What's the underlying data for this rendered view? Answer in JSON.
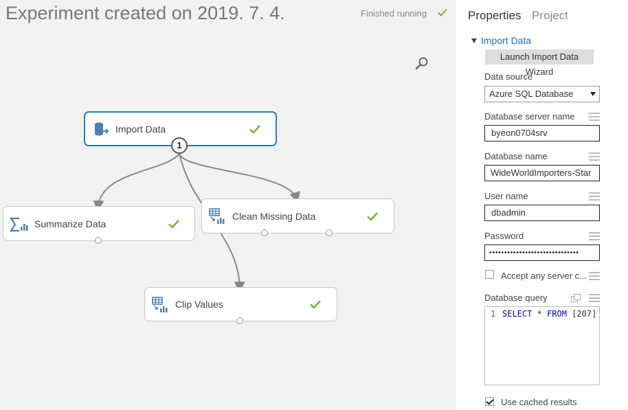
{
  "canvas": {
    "title": "Experiment created on 2019. 7. 4.",
    "status": "Finished running",
    "modules": {
      "import": {
        "label": "Import Data",
        "port_badge": "1"
      },
      "summarize": {
        "label": "Summarize Data"
      },
      "clean": {
        "label": "Clean Missing Data"
      },
      "clip": {
        "label": "Clip Values"
      }
    }
  },
  "panel": {
    "tabs": {
      "properties": "Properties",
      "project": "Project"
    },
    "section": "Import Data",
    "wizard_button": "Launch Import Data Wizard",
    "data_source": {
      "label": "Data source",
      "value": "Azure SQL Database"
    },
    "server": {
      "label": "Database server name",
      "value": "byeon0704srv"
    },
    "db_name": {
      "label": "Database name",
      "value": "WideWorldImporters-Star"
    },
    "user": {
      "label": "User name",
      "value": "dbadmin"
    },
    "password": {
      "label": "Password",
      "value": "••••••••••••••••••••••••••••••"
    },
    "accept": {
      "label": "Accept any server c...",
      "checked": false
    },
    "query": {
      "label": "Database query",
      "line_number": "1",
      "keyword1": "SELECT",
      "star": "*",
      "keyword2": "FROM",
      "rest": "[207]"
    },
    "cached": {
      "label": "Use cached results",
      "checked": true
    }
  },
  "colors": {
    "accent": "#1d71b8",
    "success": "#6fb33b",
    "selected_border": "#2b7cba"
  }
}
